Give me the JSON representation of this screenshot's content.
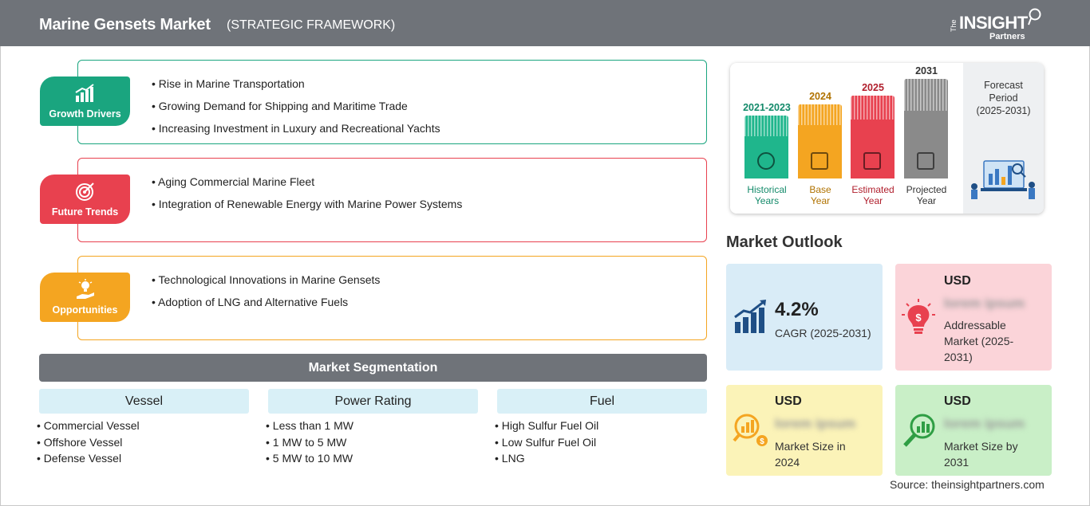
{
  "header": {
    "title": "Marine Gensets Market",
    "subtitle": "(STRATEGIC FRAMEWORK)",
    "logo": {
      "the": "The",
      "insight": "INSIGHT",
      "partners": "Partners"
    }
  },
  "categories": [
    {
      "label": "Growth Drivers",
      "color": "#1aa57f",
      "icon": "bar-chart-growth-icon",
      "items": [
        "Rise in Marine Transportation",
        "Growing Demand for Shipping and Maritime Trade",
        "Increasing Investment in Luxury and Recreational Yachts"
      ]
    },
    {
      "label": "Future Trends",
      "color": "#e8414f",
      "icon": "target-icon",
      "items": [
        "Aging Commercial Marine Fleet",
        "Integration of Renewable Energy with Marine Power Systems"
      ]
    },
    {
      "label": "Opportunities",
      "color": "#f4a521",
      "icon": "idea-hand-icon",
      "items": [
        "Technological Innovations in Marine Gensets",
        "Adoption of LNG and Alternative Fuels"
      ]
    }
  ],
  "segmentation": {
    "title": "Market Segmentation",
    "columns": [
      {
        "heading": "Vessel",
        "items": [
          "Commercial Vessel",
          "Offshore Vessel",
          "Defense Vessel"
        ]
      },
      {
        "heading": "Power Rating",
        "items": [
          "Less than 1 MW",
          "1 MW to 5 MW",
          "5 MW to 10 MW"
        ]
      },
      {
        "heading": "Fuel",
        "items": [
          "High Sulfur Fuel Oil",
          "Low Sulfur Fuel Oil",
          "LNG"
        ]
      }
    ]
  },
  "timeline": {
    "bars": [
      {
        "year": "2021-2023",
        "caption_1": "Historical",
        "caption_2": "Years",
        "color": "#1fb68c",
        "year_color": "#138a6a"
      },
      {
        "year": "2024",
        "caption_1": "Base",
        "caption_2": "Year",
        "color": "#f4a521",
        "year_color": "#b07200"
      },
      {
        "year": "2025",
        "caption_1": "Estimated",
        "caption_2": "Year",
        "color": "#e8414f",
        "year_color": "#b01e2c"
      },
      {
        "year": "2031",
        "caption_1": "Projected",
        "caption_2": "Year",
        "color": "#8a8a8a",
        "year_color": "#333333"
      }
    ],
    "forecast_label_1": "Forecast",
    "forecast_label_2": "Period",
    "forecast_years": "(2025-2031)"
  },
  "outlook": {
    "title": "Market Outlook",
    "cagr": {
      "value": "4.2%",
      "label": "CAGR (2025-2031)",
      "color": "#d9ecf7"
    },
    "addressable": {
      "usd": "USD",
      "value": "lorem ipsum",
      "label_1": "Addressable",
      "label_2": "Market (2025-",
      "label_3": "2031)",
      "color": "#fbd4d9"
    },
    "size_2024": {
      "usd": "USD",
      "value": "lorem ipsum",
      "label_1": "Market Size in",
      "label_2": "2024",
      "color": "#fbf3b8"
    },
    "size_2031": {
      "usd": "USD",
      "value": "lorem ipsum",
      "label_1": "Market Size by",
      "label_2": "2031",
      "color": "#c9efc7"
    }
  },
  "source": "Source: theinsightpartners.com"
}
